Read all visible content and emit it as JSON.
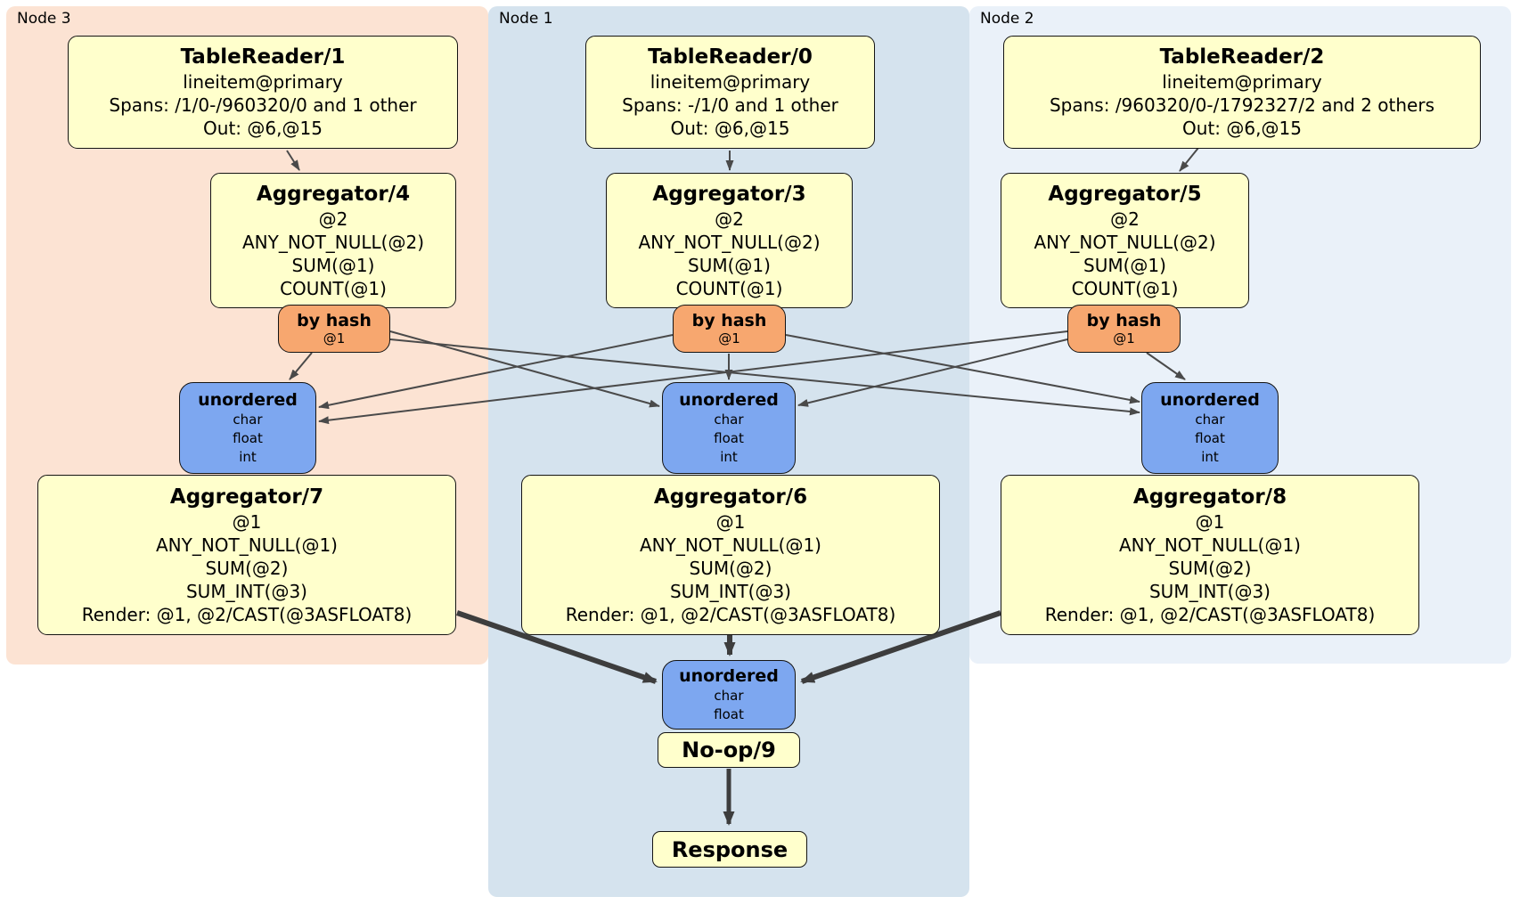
{
  "panels": {
    "node3": {
      "label": "Node 3"
    },
    "node1": {
      "label": "Node 1"
    },
    "node2": {
      "label": "Node 2"
    }
  },
  "boxes": {
    "tr1": {
      "title": "TableReader/1",
      "lines": [
        "lineitem@primary",
        "Spans: /1/0-/960320/0 and 1 other",
        "Out: @6,@15"
      ]
    },
    "tr0": {
      "title": "TableReader/0",
      "lines": [
        "lineitem@primary",
        "Spans: -/1/0 and 1 other",
        "Out: @6,@15"
      ]
    },
    "tr2": {
      "title": "TableReader/2",
      "lines": [
        "lineitem@primary",
        "Spans: /960320/0-/1792327/2 and 2 others",
        "Out: @6,@15"
      ]
    },
    "agg4": {
      "title": "Aggregator/4",
      "lines": [
        "@2",
        "ANY_NOT_NULL(@2)",
        "SUM(@1)",
        "COUNT(@1)"
      ]
    },
    "agg3": {
      "title": "Aggregator/3",
      "lines": [
        "@2",
        "ANY_NOT_NULL(@2)",
        "SUM(@1)",
        "COUNT(@1)"
      ]
    },
    "agg5": {
      "title": "Aggregator/5",
      "lines": [
        "@2",
        "ANY_NOT_NULL(@2)",
        "SUM(@1)",
        "COUNT(@1)"
      ]
    },
    "agg7": {
      "title": "Aggregator/7",
      "lines": [
        "@1",
        "ANY_NOT_NULL(@1)",
        "SUM(@2)",
        "SUM_INT(@3)",
        "Render: @1, @2/CAST(@3ASFLOAT8)"
      ]
    },
    "agg6": {
      "title": "Aggregator/6",
      "lines": [
        "@1",
        "ANY_NOT_NULL(@1)",
        "SUM(@2)",
        "SUM_INT(@3)",
        "Render: @1, @2/CAST(@3ASFLOAT8)"
      ]
    },
    "agg8": {
      "title": "Aggregator/8",
      "lines": [
        "@1",
        "ANY_NOT_NULL(@1)",
        "SUM(@2)",
        "SUM_INT(@3)",
        "Render: @1, @2/CAST(@3ASFLOAT8)"
      ]
    },
    "noop": {
      "title": "No-op/9"
    },
    "response": {
      "title": "Response"
    }
  },
  "routers": {
    "hash3": {
      "title": "by hash",
      "detail": "@1"
    },
    "hash1": {
      "title": "by hash",
      "detail": "@1"
    },
    "hash2": {
      "title": "by hash",
      "detail": "@1"
    }
  },
  "syncs": {
    "unord3": {
      "title": "unordered",
      "lines": [
        "char",
        "float",
        "int"
      ]
    },
    "unord1": {
      "title": "unordered",
      "lines": [
        "char",
        "float",
        "int"
      ]
    },
    "unord2": {
      "title": "unordered",
      "lines": [
        "char",
        "float",
        "int"
      ]
    },
    "unordfinal": {
      "title": "unordered",
      "lines": [
        "char",
        "float"
      ]
    }
  },
  "colors": {
    "node3_bg": "#fce3d3",
    "node1_bg": "#d5e3ee",
    "node2_bg": "#eaf1f9",
    "box_fill": "#ffffcc",
    "router_fill": "#f7a76f",
    "sync_fill": "#7da7f0",
    "edge_thin": "#4a4a4a",
    "edge_thick": "#3d3d3d"
  }
}
